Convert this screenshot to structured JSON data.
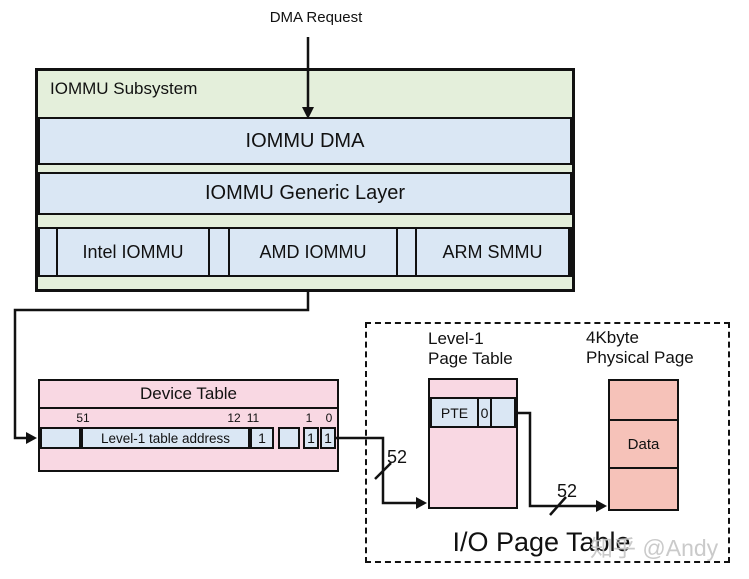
{
  "labels": {
    "dma_request": "DMA Request"
  },
  "subsystem": {
    "title": "IOMMU Subsystem",
    "dma_layer": "IOMMU DMA",
    "generic_layer": "IOMMU Generic Layer",
    "drivers": [
      {
        "label": "Intel IOMMU"
      },
      {
        "label": "AMD IOMMU"
      },
      {
        "label": "ARM SMMU"
      }
    ]
  },
  "device_table": {
    "title": "Device Table",
    "bits": [
      "51",
      "12",
      "11",
      "1",
      "0"
    ],
    "entry": {
      "address": "Level-1 table address",
      "flag_11": "1",
      "flag_1": "1",
      "flag_0": "1"
    }
  },
  "page_table": {
    "caption": "I/O Page Table",
    "level1_title": [
      "Level-1",
      "Page Table"
    ],
    "pte": "PTE",
    "pte_flag": "0",
    "physical_title": [
      "4Kbyte",
      "Physical Page"
    ],
    "data": "Data",
    "width_device_to_l1": "52",
    "width_l1_to_page": "52"
  },
  "watermark": "知乎 @Andy",
  "colors": {
    "box_green": "#e4efdb",
    "box_blue": "#dae7f4",
    "box_pink": "#f9d8e3",
    "box_salmon": "#f6c2b9",
    "line_black": "#111111",
    "watermark_gray": "#c6c6c6"
  }
}
